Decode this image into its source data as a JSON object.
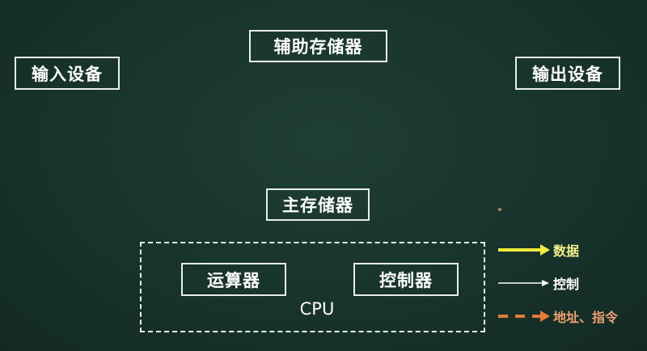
{
  "nodes": {
    "input": "输入设备",
    "aux_storage": "辅助存储器",
    "output": "输出设备",
    "main_storage": "主存储器",
    "alu": "运算器",
    "control_unit": "控制器",
    "cpu": "CPU"
  },
  "legend": {
    "data": "数据",
    "control": "控制",
    "address": "地址、指令"
  },
  "colors": {
    "data_line": "#f2ee3a",
    "control_line": "#ffffff",
    "address_line": "#e87a3a"
  }
}
